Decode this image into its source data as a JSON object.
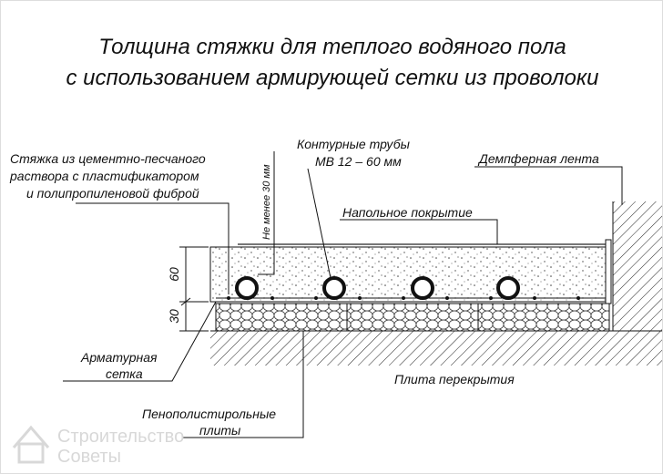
{
  "title": {
    "line1": "Толщина стяжки для теплого водяного пола",
    "line2": "с использованием армирующей сетки из проволоки"
  },
  "labels": {
    "screed_line1": "Стяжка из цементно-песчаного",
    "screed_line2": "раствора с пластификатором",
    "screed_line3": "и полипропиленовой фиброй",
    "min_thickness": "Не менее 30 мм",
    "pipes_line1": "Контурные трубы",
    "pipes_line2": "МВ 12 – 60 мм",
    "damper_tape": "Демпферная лента",
    "floor_covering": "Напольное покрытие",
    "mesh_line1": "Арматурная",
    "mesh_line2": "сетка",
    "slab": "Плита перекрытия",
    "eps_line1": "Пенополистирольные",
    "eps_line2": "плиты"
  },
  "dimensions": {
    "screed": "60",
    "insulation": "30"
  },
  "watermark": {
    "line1": "Строительство",
    "line2": "Советы",
    "icon": "house-icon"
  }
}
